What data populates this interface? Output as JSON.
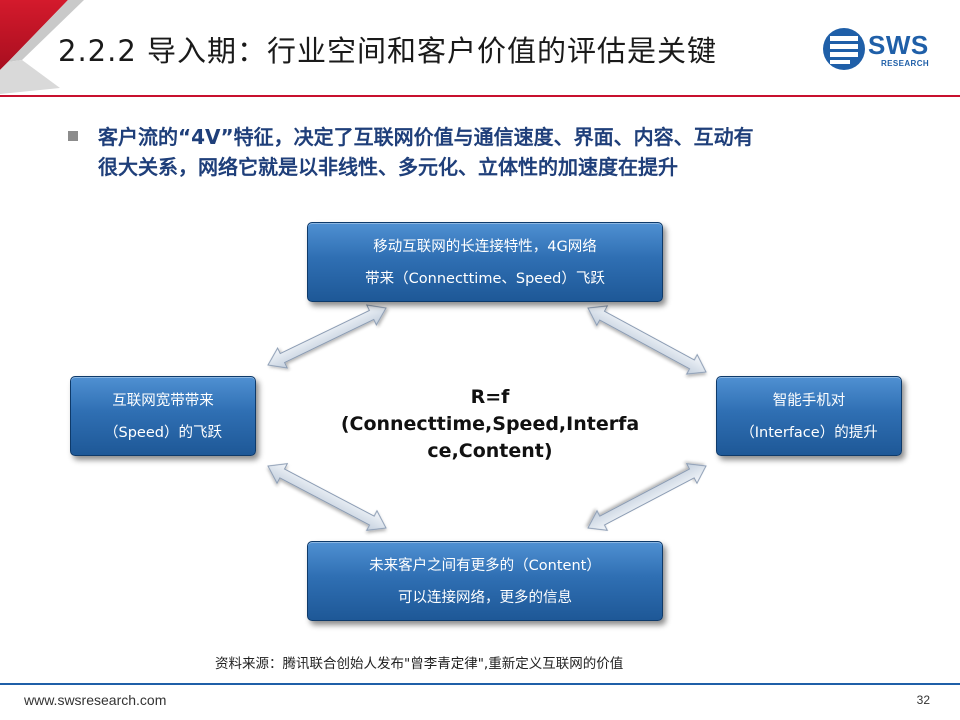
{
  "header": {
    "title": "2.2.2 导入期：行业空间和客户价值的评估是关键",
    "logo_text": "SWS",
    "logo_subtext": "RESEARCH",
    "accent_color": "#c8102e",
    "brand_color": "#1f5fa8"
  },
  "bullet": {
    "text_line1": "客户流的“4V”特征，决定了互联网价值与通信速度、界面、内容、互动有",
    "text_line2": "很大关系，网络它就是以非线性、多元化、立体性的加速度在提升"
  },
  "diagram": {
    "top_box": {
      "line1": "移动互联网的长连接特性，4G网络",
      "line2": "带来（Connecttime、Speed）飞跃"
    },
    "left_box": {
      "line1": "互联网宽带带来",
      "line2": "（Speed）的飞跃"
    },
    "right_box": {
      "line1": "智能手机对",
      "line2": "（Interface）的提升"
    },
    "bottom_box": {
      "line1": "未来客户之间有更多的（Content）",
      "line2": "可以连接网络，更多的信息"
    },
    "formula": {
      "line1": "R=f",
      "line2": "(Connecttime,Speed,Interfa",
      "line3": "ce,Content)"
    }
  },
  "source_note": "资料来源：腾讯联合创始人发布\"曾李青定律\",重新定义互联网的价值",
  "footer": {
    "url": "www.swsresearch.com",
    "page_number": "32"
  }
}
